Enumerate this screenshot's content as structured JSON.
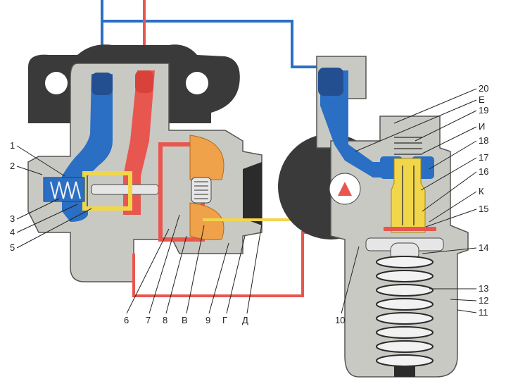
{
  "colors": {
    "background": "#ffffff",
    "housing_outer": "#3a3a3a",
    "housing_inner": "#c9c9c4",
    "body_dark_edge": "#2b2b2b",
    "low_pressure_line": "#2a6fc4",
    "high_pressure_line": "#e8574f",
    "yellow_channel": "#f2d64a",
    "diaphragm_orange": "#f0a24a",
    "steel": "#e6e6e6",
    "spring_steel": "#f2f2f2"
  },
  "labels": {
    "n1": "1",
    "n2": "2",
    "n3": "3",
    "n4": "4",
    "n5": "5",
    "n6": "6",
    "n7": "7",
    "n8": "8",
    "nB": "В",
    "n9": "9",
    "nG": "Г",
    "nD": "Д",
    "n10": "10",
    "n11": "11",
    "n12": "12",
    "n13": "13",
    "n14": "14",
    "n15": "15",
    "nK": "К",
    "n16": "16",
    "n17": "17",
    "n18": "18",
    "nI": "И",
    "n19": "19",
    "nE": "Е",
    "n20": "20"
  }
}
